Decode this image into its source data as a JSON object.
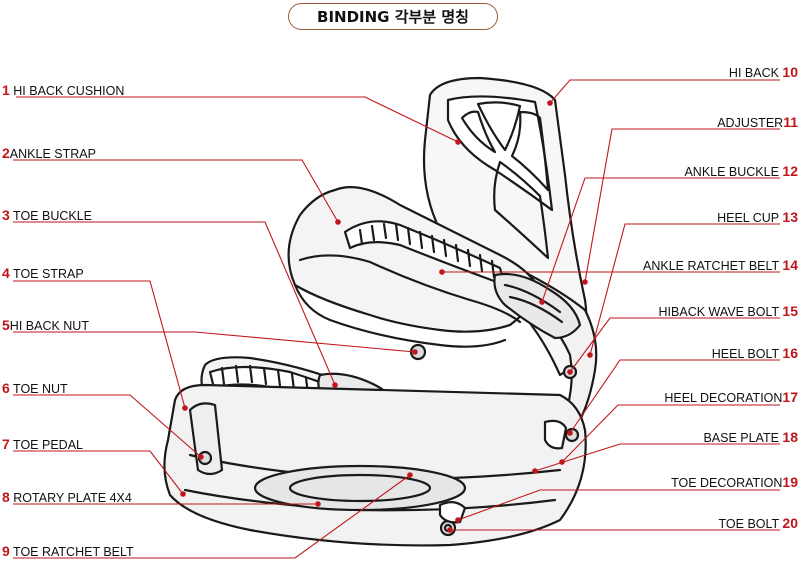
{
  "title": "BINDING 각부분 명칭",
  "accent_color": "#c0161b",
  "line_color": "#c0161b",
  "parts_left": [
    {
      "num": "1",
      "name": "HI BACK CUSHION"
    },
    {
      "num": "2",
      "name": "ANKLE STRAP"
    },
    {
      "num": "3",
      "name": "TOE BUCKLE"
    },
    {
      "num": "4",
      "name": "TOE STRAP"
    },
    {
      "num": "5",
      "name": "HI BACK NUT"
    },
    {
      "num": "6",
      "name": "TOE NUT"
    },
    {
      "num": "7",
      "name": "TOE PEDAL"
    },
    {
      "num": "8",
      "name": "ROTARY PLATE 4X4"
    },
    {
      "num": "9",
      "name": "TOE RATCHET BELT"
    }
  ],
  "parts_right": [
    {
      "num": "10",
      "name": "HI BACK"
    },
    {
      "num": "11",
      "name": "ADJUSTER"
    },
    {
      "num": "12",
      "name": "ANKLE BUCKLE"
    },
    {
      "num": "13",
      "name": "HEEL CUP"
    },
    {
      "num": "14",
      "name": "ANKLE RATCHET BELT"
    },
    {
      "num": "15",
      "name": "HIBACK WAVE BOLT"
    },
    {
      "num": "16",
      "name": "HEEL BOLT"
    },
    {
      "num": "17",
      "name": "HEEL DECORATION"
    },
    {
      "num": "18",
      "name": "BASE PLATE"
    },
    {
      "num": "19",
      "name": "TOE DECORATION"
    },
    {
      "num": "20",
      "name": "TOE BOLT"
    }
  ]
}
